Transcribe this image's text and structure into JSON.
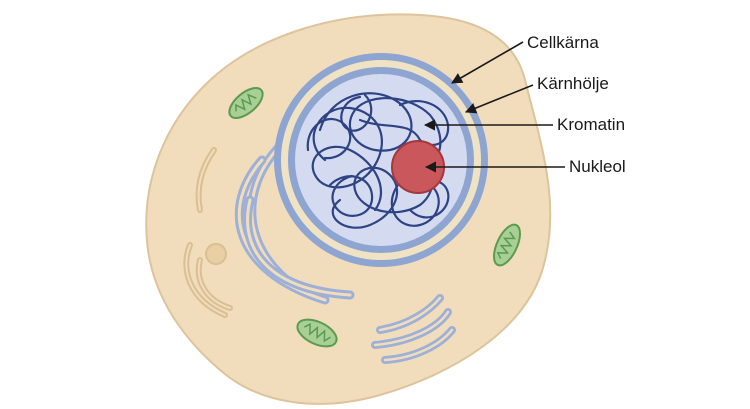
{
  "labels": {
    "cellkarna": "Cellkärna",
    "karnholje": "Kärnhölje",
    "kromatin": "Kromatin",
    "nukleol": "Nukleol"
  },
  "colors": {
    "cytoplasm_fill": "#f1ddbb",
    "cytoplasm_stroke": "#dcc49c",
    "nuclear_envelope": "#8fa5d1",
    "nucleus_fill": "#d4dbf1",
    "nucleus_ring": "#f0e3c4",
    "chromatin": "#2e4384",
    "nucleolus": "#c9575c",
    "er": "#9db0d8",
    "mitochondria": "#a8cf95",
    "mitochondria_stroke": "#5b9b4e",
    "arrow": "#1a1a1a"
  }
}
